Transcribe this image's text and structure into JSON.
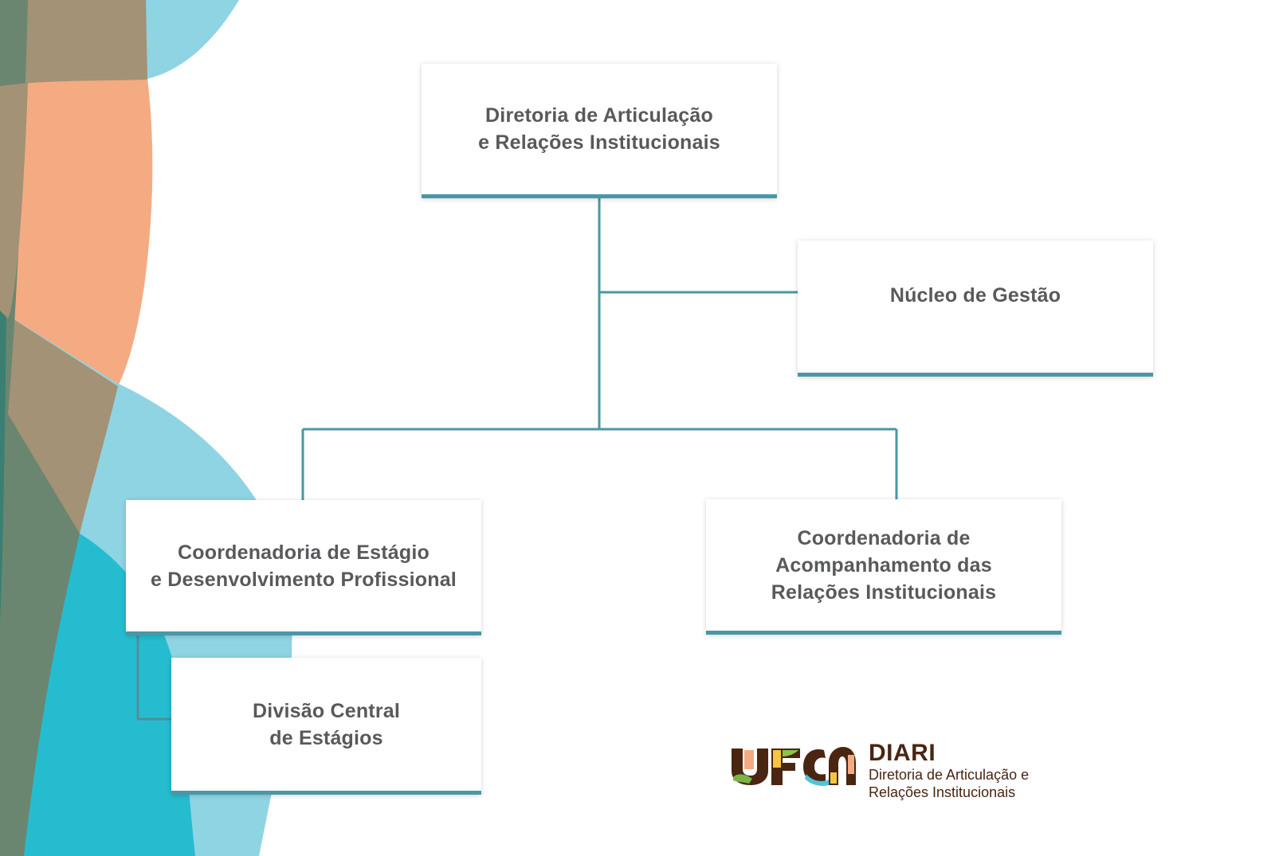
{
  "colors": {
    "connector": "#4a97a6",
    "box_text": "#58595b",
    "logo_brown": "#4a2512",
    "bg_orange": "#f4ab82",
    "bg_light_blue": "#8fd4e3",
    "bg_cyan": "#25bcd0",
    "bg_khaki": "#a39275",
    "bg_green": "#6b8670"
  },
  "org_chart": {
    "root": {
      "label": "Diretoria de Articulação\ne Relações Institucionais"
    },
    "staff": {
      "label": "Núcleo de Gestão"
    },
    "children": [
      {
        "label": "Coordenadoria de Estágio\ne Desenvolvimento Profissional"
      },
      {
        "label": "Coordenadoria de\nAcompanhamento das\nRelações Institucionais"
      }
    ],
    "grandchildren": [
      {
        "label": "Divisão Central\nde Estágios"
      }
    ]
  },
  "logo": {
    "mark": "UFCA",
    "acronym": "DIARI",
    "full_name": "Diretoria de Articulação e\nRelações Institucionais"
  }
}
